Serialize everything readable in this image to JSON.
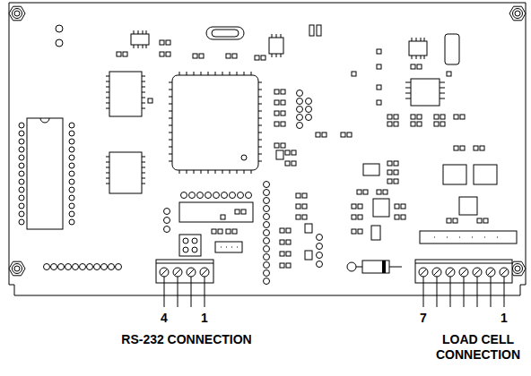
{
  "diagram": {
    "labels": [
      "4",
      "1",
      "RS-232 CONNECTION",
      "7",
      "1",
      "LOAD CELL CONNECTION"
    ]
  }
}
